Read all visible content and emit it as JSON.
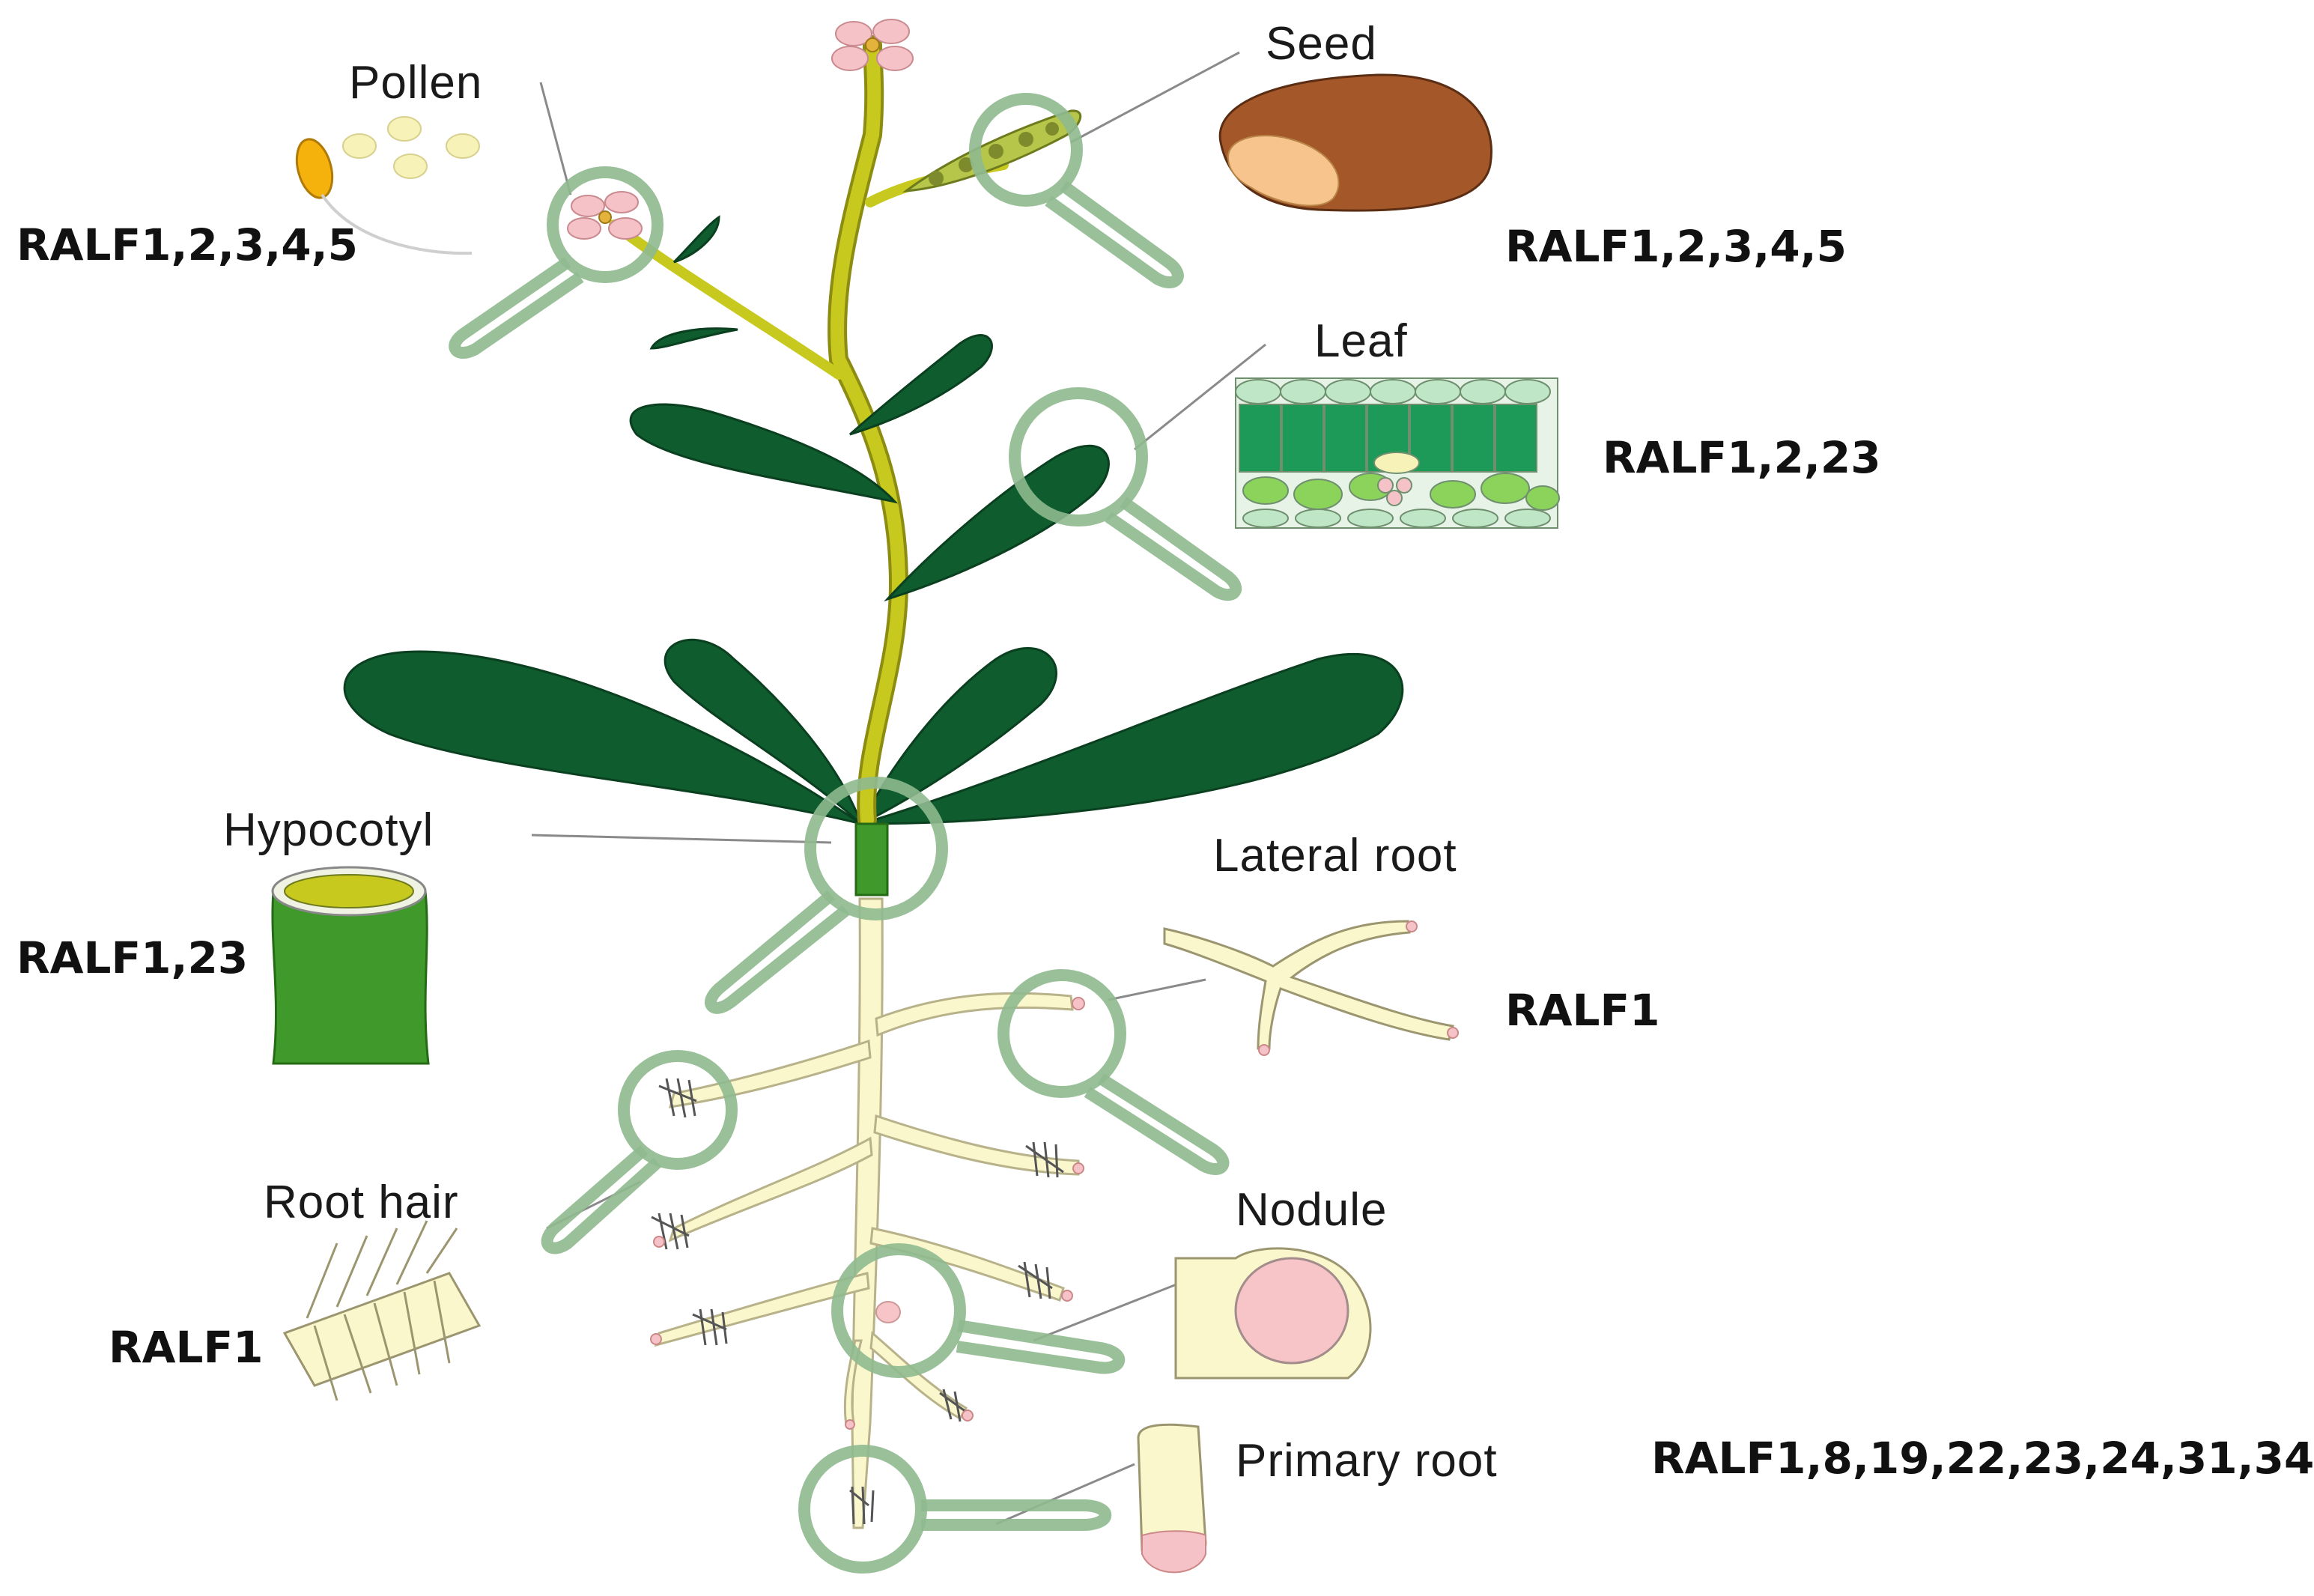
{
  "colors": {
    "leaf_dark": "#0f5d2f",
    "stem": "#c7c91e",
    "root": "#fbf7cd",
    "magnifier": "#8fb98f",
    "seed_brown": "#a4582a",
    "seed_tan": "#f7c48e",
    "flower_pink": "#f5c2c7",
    "hypocotyl_green": "#3f9a2b",
    "nodule_pink": "#f7c5c8",
    "pointer_line": "#8a8a8a"
  },
  "organs": [
    {
      "id": "pollen",
      "label": "Pollen",
      "genes": "RALF1,2,3,4,5"
    },
    {
      "id": "seed",
      "label": "Seed",
      "genes": "RALF1,2,3,4,5"
    },
    {
      "id": "leaf",
      "label": "Leaf",
      "genes": "RALF1,2,23"
    },
    {
      "id": "hypocotyl",
      "label": "Hypocotyl",
      "genes": "RALF1,23"
    },
    {
      "id": "lateral-root",
      "label": "Lateral root",
      "genes": "RALF1"
    },
    {
      "id": "root-hair",
      "label": "Root hair",
      "genes": "RALF1"
    },
    {
      "id": "nodule",
      "label": "Nodule",
      "genes": ""
    },
    {
      "id": "primary-root",
      "label": "Primary root",
      "genes": "RALF1,8,19,22,23,24,31,34"
    }
  ]
}
